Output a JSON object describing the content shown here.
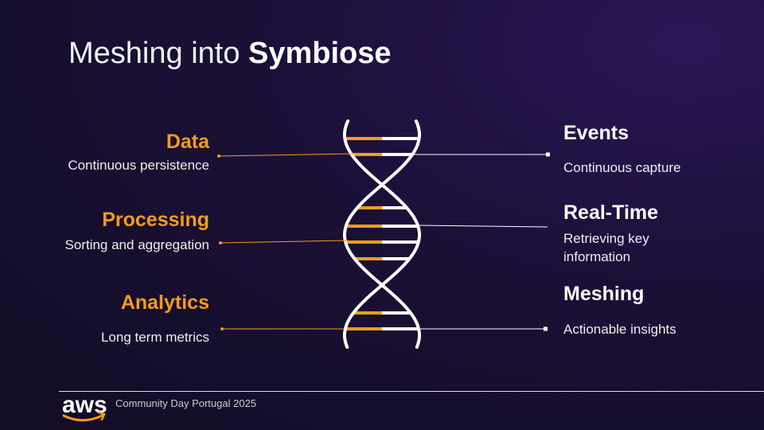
{
  "title": {
    "regular": "Meshing into ",
    "bold": "Symbiose"
  },
  "left": [
    {
      "heading": "Data",
      "sub": "Continuous persistence"
    },
    {
      "heading": "Processing",
      "sub": "Sorting and aggregation"
    },
    {
      "heading": "Analytics",
      "sub": "Long term metrics"
    }
  ],
  "right": [
    {
      "heading": "Events",
      "sub": "Continuous capture"
    },
    {
      "heading": "Real-Time",
      "sub": "Retrieving key information"
    },
    {
      "heading": "Meshing",
      "sub": "Actionable insights"
    }
  ],
  "footer": {
    "logo": "aws",
    "text": "Community Day Portugal 2025"
  },
  "colors": {
    "accent": "#f59b1c",
    "text": "#ffffff"
  }
}
